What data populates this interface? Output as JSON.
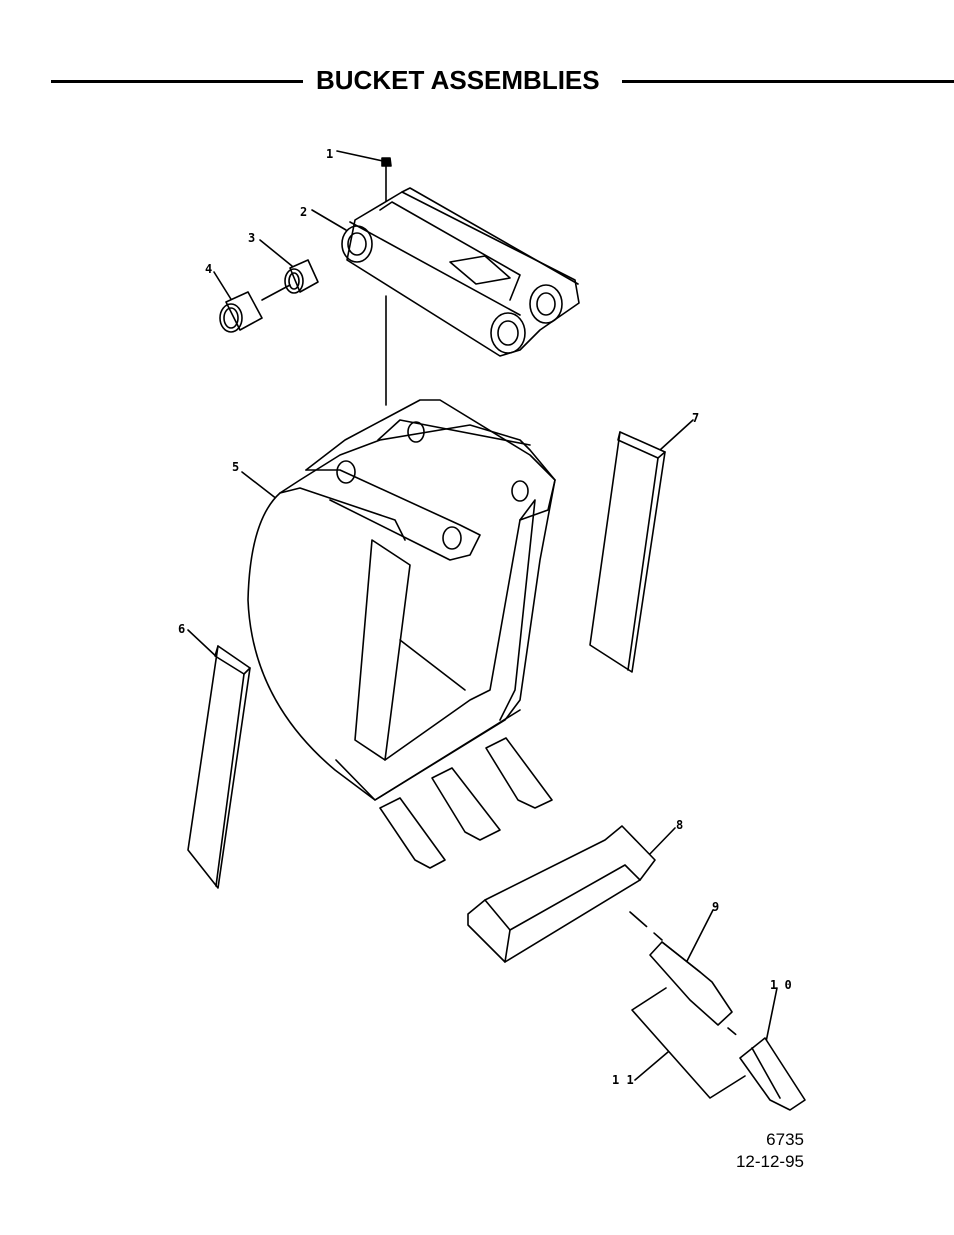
{
  "header": {
    "title": "BUCKET ASSEMBLIES"
  },
  "callouts": [
    "1",
    "2",
    "3",
    "4",
    "5",
    "6",
    "7",
    "8",
    "9",
    "1 0",
    "1 1"
  ],
  "footer": {
    "drawing_number": "6735",
    "date": "12-12-95"
  }
}
